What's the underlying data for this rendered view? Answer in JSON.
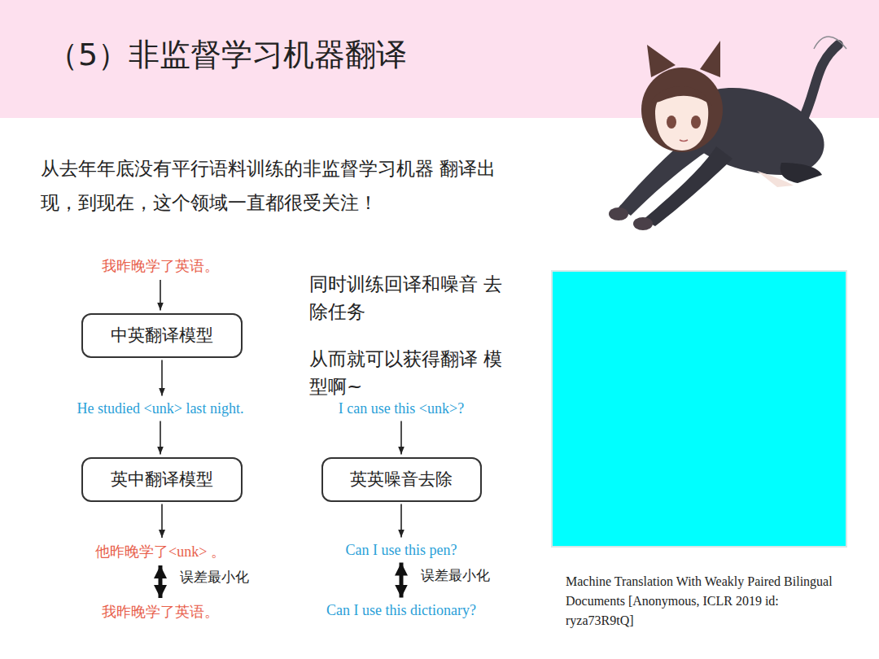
{
  "diagram": {
    "title": "（5）非监督学习机器翻译",
    "caption": "Machine Translation With Weakly Paired Bilingual Documents [Anonymous, ICLR 2019 id: ryza73R9tQ]",
    "nodes": [
      {
        "text": [
          "我昨晚学了英语。"
        ]
      },
      {
        "text": [
          "中英翻译模型"
        ]
      },
      {
        "text": [
          "He studied <unk> last night."
        ]
      },
      {
        "text": [
          "英中翻译模型"
        ]
      },
      {
        "text": [
          "他昨晚学了<unk> 。"
        ]
      },
      {
        "text": [
          "我昨晚学了英语。"
        ]
      },
      {
        "text": [
          "I can use this <unk>?"
        ]
      },
      {
        "text": [
          "英英噪音去除"
        ]
      },
      {
        "text": [
          "Can I use this pen?"
        ]
      },
      {
        "text": [
          "Can I use this dictionary?"
        ]
      }
    ],
    "edges": [
      {
        "from": 0,
        "to": 1,
        "arrow": "to"
      },
      {
        "from": 1,
        "to": 2,
        "arrow": "to"
      },
      {
        "from": 2,
        "to": 3,
        "arrow": "to"
      },
      {
        "from": 3,
        "to": 4,
        "arrow": "to"
      },
      {
        "from": 4,
        "to": 5,
        "label": "误差最小化",
        "arrow": "both"
      },
      {
        "from": 6,
        "to": 7,
        "arrow": "to"
      },
      {
        "from": 7,
        "to": 8,
        "arrow": "to"
      },
      {
        "from": 8,
        "to": 9,
        "label": "误差最小化",
        "arrow": "both"
      }
    ],
    "labels": [
      "从去年年底没有平行语料训练的非监督学习机器 翻译出现，到现在，这个领域一直都很受关注！",
      "同时训练回译和噪音 去除任务",
      "从而就可以获得翻译 模型啊~"
    ]
  }
}
